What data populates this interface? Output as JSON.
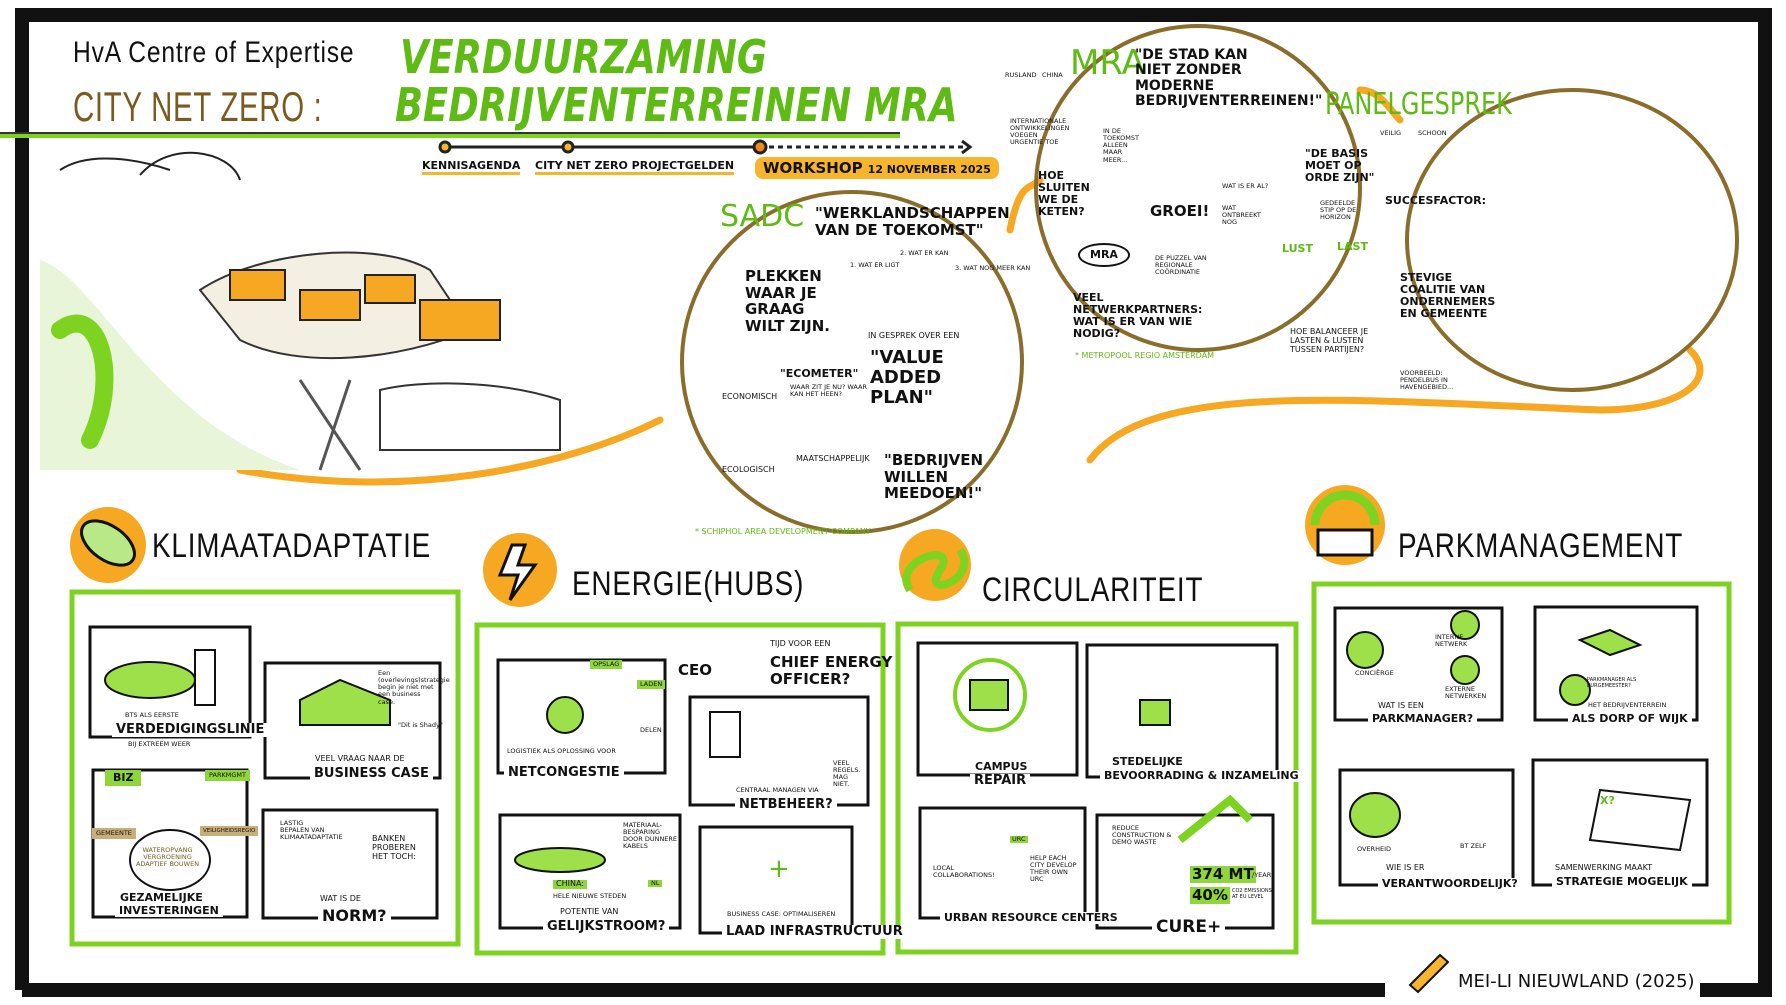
{
  "header": {
    "org": "HvA Centre of Expertise",
    "program": "CITY NET ZERO :",
    "title_line1": "VERDUURZAMING",
    "title_line2": "BEDRIJVENTERREINEN MRA"
  },
  "timeline": [
    {
      "label": "KENNISAGENDA"
    },
    {
      "label": "CITY NET ZERO PROJECTGELDEN"
    },
    {
      "label": "WORKSHOP",
      "date": "12 NOVEMBER 2025"
    }
  ],
  "sadc": {
    "title": "SADC",
    "quote": "\"WERKLANDSCHAPPEN VAN DE TOEKOMST\"",
    "places": "PLEKKEN WAAR JE GRAAG WILT ZIJN.",
    "steps": [
      "1. WAT ER LIGT",
      "2. WAT ER KAN",
      "3. WAT NOG MEER KAN"
    ],
    "talk": "IN GESPREK OVER EEN",
    "plan": "\"VALUE ADDED PLAN\"",
    "ecometer": "\"ECOMETER\"",
    "ecometer_q": "WAAR ZIT JE NU? WAAR KAN HET HEEN?",
    "economisch": "ECONOMISCH",
    "ecologisch": "ECOLOGISCH",
    "maatschappelijk": "MAATSCHAPPELIJK",
    "quote2": "\"BEDRIJVEN WILLEN MEEDOEN!\"",
    "footnote": "* SCHIPHOL AREA DEVELOPMENT COMPANY"
  },
  "mra": {
    "title": "MRA",
    "quote": "\"DE STAD KAN NIET ZONDER MODERNE BEDRIJVENTERREINEN!\"",
    "rusland": "RUSLAND",
    "china": "CHINA",
    "intl": "INTERNATIONALE ONTWIKKELINGEN VOEGEN URGENTIE TOE",
    "keten": "HOE SLUITEN WE DE KETEN?",
    "toekomst": "IN DE TOEKOMST ALLEEN MAAR MEER...",
    "groei": "GROEI!",
    "q1": "WAT IS ER AL?",
    "q2": "WAT ONTBREEKT NOG",
    "hub": "MRA",
    "puzzel": "DE PUZZEL VAN REGIONALE COÖRDINATIE",
    "partners": "VEEL NETWERKPARTNERS: WAT IS ER VAN WIE NODIG?",
    "footnote": "* METROPOOL REGIO AMSTERDAM"
  },
  "panel": {
    "title": "PANELGESPREK",
    "quote": "\"DE BASIS MOET OP ORDE ZIJN\"",
    "veilig": "VEILIG",
    "schoon": "SCHOON",
    "stip": "GEDEELDE STIP OP DE HORIZON",
    "succes": "SUCCESFACTOR:",
    "lust": "LUST",
    "last": "LAST",
    "coalitie": "STEVIGE COALITIE VAN ONDERNEMERS EN GEMEENTE",
    "balans": "HOE BALANCEER JE LASTEN & LUSTEN TUSSEN PARTIJEN?",
    "voorbeeld": "VOORBEELD: PENDELBUS IN HAVENGEBIED..."
  },
  "sections": {
    "klimaat": {
      "title": "KLIMAATADAPTATIE",
      "p1": {
        "l1": "BTS ALS EERSTE",
        "l2": "VERDEDIGINGSLINIE",
        "l3": "BIJ EXTREEM WEER"
      },
      "p2": {
        "note": "Een (overlevings)strategie begin je niet met een business case.",
        "bubble": "\"Dit is Shady\"",
        "l1": "VEEL VRAAG NAAR DE",
        "l2": "BUSINESS CASE"
      },
      "p3": {
        "biz": "BIZ",
        "pm": "PARKMGMT",
        "gem": "GEMEENTE",
        "vr": "VEILIGHEIDSREGIO",
        "bag": "WATEROPVANG VERGROENING ADAPTIEF BOUWEN",
        "l1": "GEZAMELIJKE",
        "l2": "INVESTERINGEN"
      },
      "p4": {
        "cloud": "LASTIG BEPALEN VAN KLIMAATADAPTATIE",
        "banken": "BANKEN PROBEREN HET TOCH:",
        "l1": "WAT IS DE",
        "l2": "NORM?"
      }
    },
    "energie": {
      "title": "ENERGIE(HUBS)",
      "p1": {
        "opslag": "OPSLAG",
        "laden": "LADEN",
        "delen": "DELEN",
        "l1": "LOGISTIEK ALS OPLOSSING VOOR",
        "l2": "NETCONGESTIE"
      },
      "ceo": {
        "ceo": "CEO",
        "l1": "TIJD VOOR EEN",
        "l2": "CHIEF ENERGY",
        "l3": "OFFICER?"
      },
      "p2": {
        "regels": "VEEL REGELS. MAG NIET.",
        "l1": "CENTRAAL MANAGEN VIA",
        "l2": "NETBEHEER?"
      },
      "p3": {
        "mat": "MATERIAAL-BESPARING DOOR DUNNERE KABELS",
        "china": "CHINA:",
        "china2": "HELE NIEUWE STEDEN",
        "nl": "NL",
        "l1": "POTENTIE VAN",
        "l2": "GELIJKSTROOM?"
      },
      "p4": {
        "plus": "+",
        "l1": "BUSINESS CASE: OPTIMALISEREN",
        "l2": "LAAD INFRASTRUCTUUR"
      }
    },
    "circulair": {
      "title": "CIRCULARITEIT",
      "p1": {
        "l1": "CAMPUS",
        "l2": "REPAIR"
      },
      "p2": {
        "l1": "STEDELIJKE",
        "l2": "BEVOORRADING & INZAMELING"
      },
      "p3": {
        "local": "LOCAL COLLABORATIONS!",
        "help": "HELP EACH CITY DEVELOP THEIR OWN URC",
        "urc": "URC",
        "l1": "URBAN RESOURCE CENTERS"
      },
      "p4": {
        "reduce": "REDUCE CONSTRUCTION & DEMO WASTE",
        "mt": "374 MT",
        "per": "/YEAR",
        "pct": "40%",
        "co2": "CO2 EMISSIONS AT EU LEVEL",
        "l1": "CURE+"
      }
    },
    "park": {
      "title": "PARKMANAGEMENT",
      "p1": {
        "conc": "CONCIËRGE",
        "intern": "INTERNE NETWERK",
        "extern": "EXTERNE NETWERKEN",
        "l1": "WAT IS EEN",
        "l2": "PARKMANAGER?"
      },
      "p2": {
        "burg": "PARKMANAGER ALS BURGEMEESTER?",
        "l1": "HET BEDRIJVENTERREIN",
        "l2": "ALS DORP OF WIJK"
      },
      "p3": {
        "overheid": "OVERHEID",
        "bt": "BT ZELF",
        "l1": "WIE IS ER",
        "l2": "VERANTWOORDELIJK?"
      },
      "p4": {
        "x": "X?",
        "l1": "SAMENWERKING MAAKT",
        "l2": "STRATEGIE MOGELIJK"
      }
    }
  },
  "signature": "MEI-LI NIEUWLAND (2025)",
  "colors": {
    "green": "#7ed321",
    "brown": "#7a5a1e",
    "orange": "#f7a823",
    "frame": "#111111"
  }
}
